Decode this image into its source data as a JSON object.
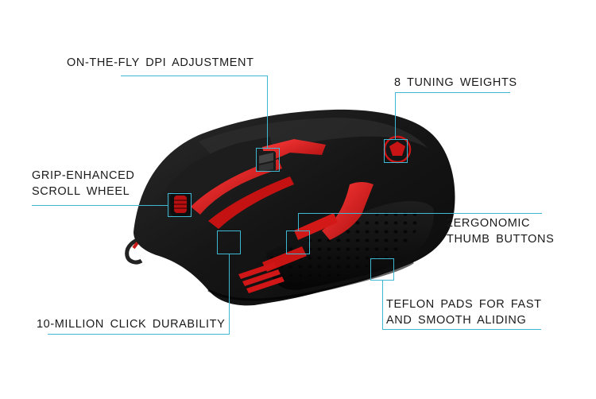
{
  "product": {
    "type": "gaming mouse",
    "body_color": "#141414",
    "accent_color": "#d81818",
    "callout_color": "#3fb8d4"
  },
  "callouts": {
    "dpi": {
      "text": "ON-THE-FLY DPI ADJUSTMENT"
    },
    "weights": {
      "text": "8 TUNING WEIGHTS"
    },
    "scroll": {
      "line1": "GRIP-ENHANCED",
      "line2": "SCROLL WHEEL"
    },
    "thumb": {
      "line1": "2ERGONOMIC",
      "line2": "THUMB BUTTONS"
    },
    "teflon": {
      "line1": "TEFLON PADS FOR FAST",
      "line2": "AND SMOOTH ALIDING"
    },
    "click": {
      "text": "10-MILLION CLICK DURABILITY"
    }
  }
}
